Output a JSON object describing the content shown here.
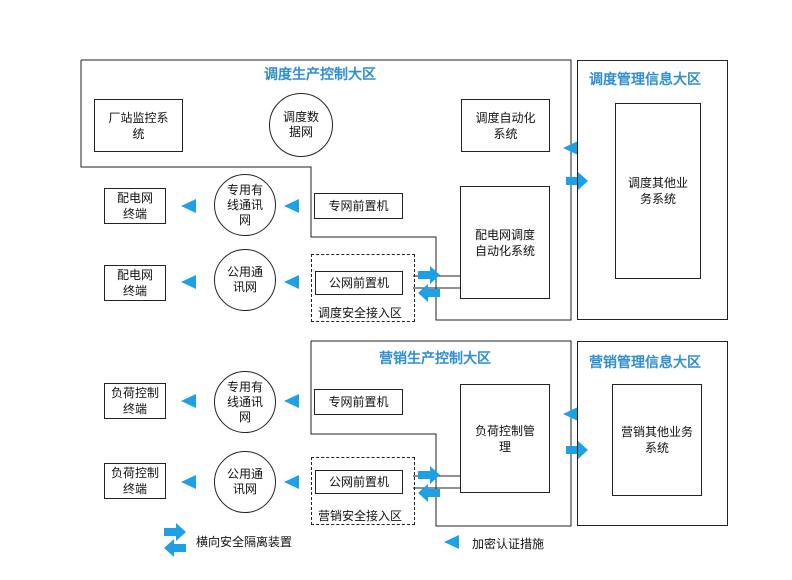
{
  "colors": {
    "accent": "#1ea0e6",
    "title": "#2f8fd0",
    "line": "#222222"
  },
  "icons": {
    "isolation": "bidirectional-arrows-icon",
    "auth": "left-arrow-icon"
  },
  "dispatch_prod": {
    "title": "调度生产控制大区",
    "plant_monitoring": "厂站监控系\n统",
    "dispatch_data_net": "调度数\n据网",
    "dispatch_automation": "调度自动化\n系统",
    "dist_automation": "配电网调度\n自动化系统",
    "terminal_1": "配电网\n终端",
    "terminal_2": "配电网\n终端",
    "private_net": "专用有\n线通讯\n网",
    "public_net": "公用通\n讯网",
    "private_front": "专网前置机",
    "public_front": "公网前置机",
    "secure_zone": "调度安全接入区"
  },
  "dispatch_mgmt": {
    "title": "调度管理信息大区",
    "other_systems": "调度其他业\n务系统"
  },
  "marketing_prod": {
    "title": "营销生产控制大区",
    "load_control": "负荷控制管\n理",
    "terminal_1": "负荷控制\n终端",
    "terminal_2": "负荷控制\n终端",
    "private_net": "专用有\n线通讯\n网",
    "public_net": "公用通\n讯网",
    "private_front": "专网前置机",
    "public_front": "公网前置机",
    "secure_zone": "营销安全接入区"
  },
  "marketing_mgmt": {
    "title": "营销管理信息大区",
    "other_systems": "营销其他业务\n系统"
  },
  "legend": {
    "isolation": "横向安全隔离装置",
    "auth": "加密认证措施"
  }
}
